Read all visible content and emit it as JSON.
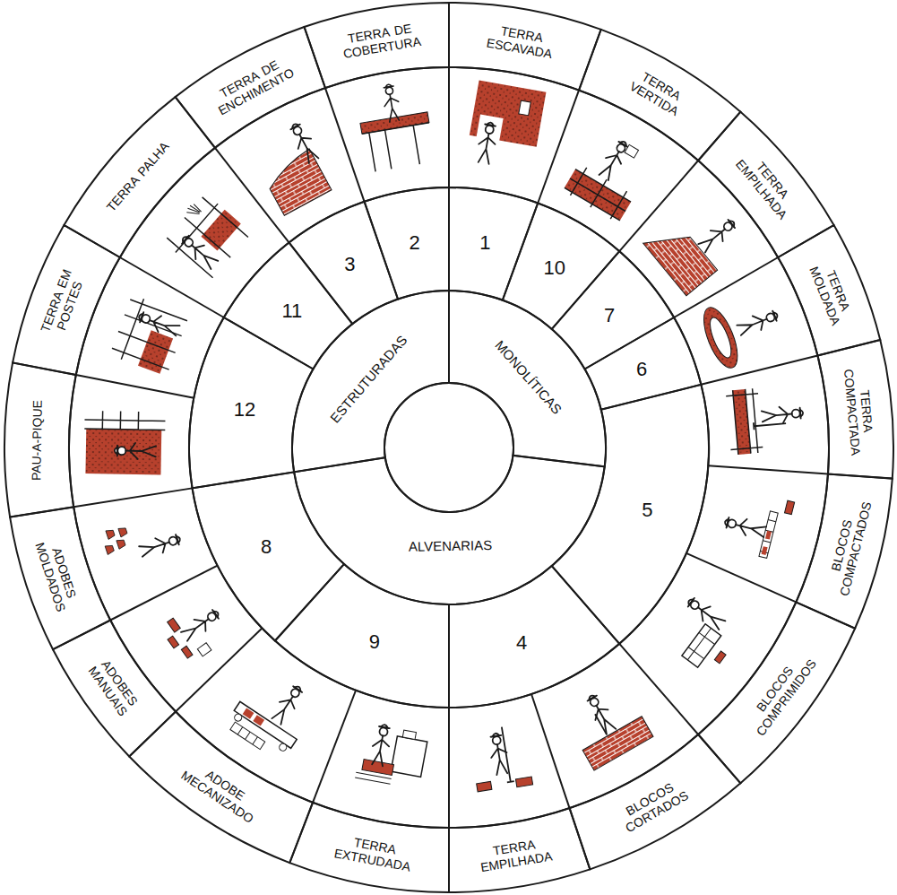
{
  "diagram": {
    "nodes": [
      {
        "text": [
          "MONOLÍTICAS"
        ]
      },
      {
        "text": [
          "ALVENARIAS"
        ]
      },
      {
        "text": [
          "ESTRUTURADAS"
        ]
      },
      {
        "text": [
          "1"
        ]
      },
      {
        "text": [
          "10"
        ]
      },
      {
        "text": [
          "7"
        ]
      },
      {
        "text": [
          "6"
        ]
      },
      {
        "text": [
          "5"
        ]
      },
      {
        "text": [
          "4"
        ]
      },
      {
        "text": [
          "9"
        ]
      },
      {
        "text": [
          "8"
        ]
      },
      {
        "text": [
          "12"
        ]
      },
      {
        "text": [
          "11"
        ]
      },
      {
        "text": [
          "3"
        ]
      },
      {
        "text": [
          "2"
        ]
      },
      {
        "text": [
          "TERRA ESCAVADA"
        ]
      },
      {
        "text": [
          "TERRA VERTIDA"
        ]
      },
      {
        "text": [
          "TERRA EMPILHADA"
        ]
      },
      {
        "text": [
          "TERRA MOLDADA"
        ]
      },
      {
        "text": [
          "TERRA COMPACTADA"
        ]
      },
      {
        "text": [
          "BLOCOS COMPACTADOS"
        ]
      },
      {
        "text": [
          "BLOCOS COMPRIMIDOS"
        ]
      },
      {
        "text": [
          "BLOCOS CORTADOS"
        ]
      },
      {
        "text": [
          "TERRA EMPILHADA"
        ]
      },
      {
        "text": [
          "TERRA EXTRUDADA"
        ]
      },
      {
        "text": [
          "ADOBE MECANIZADO"
        ]
      },
      {
        "text": [
          "ADOBES MANUAIS"
        ]
      },
      {
        "text": [
          "ADOBES MOLDADOS"
        ]
      },
      {
        "text": [
          "PAU-A-PIQUE"
        ]
      },
      {
        "text": [
          "TERRA EM POSTES"
        ]
      },
      {
        "text": [
          "TERRA PALHA"
        ]
      },
      {
        "text": [
          "TERRA DE ENCHIMENTO"
        ]
      },
      {
        "text": [
          "TERRA DE COBERTURA"
        ]
      }
    ]
  }
}
